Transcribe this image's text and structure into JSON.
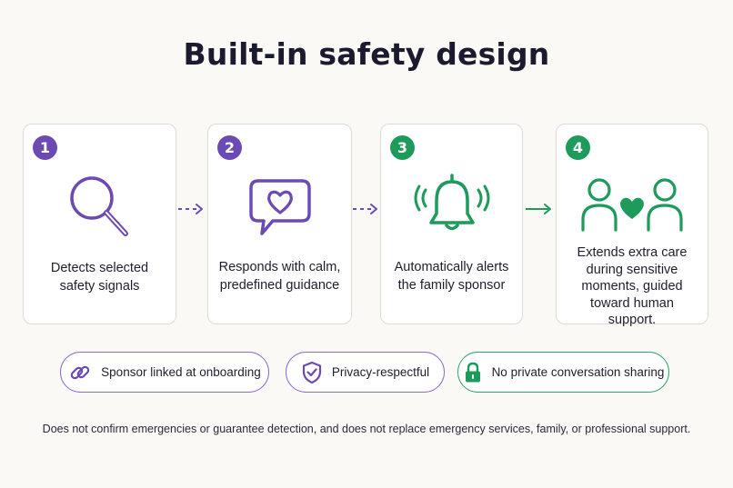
{
  "title": "Built-in safety design",
  "steps": [
    {
      "number": "1",
      "text": "Detects selected safety signals",
      "color": "#6b4bb3",
      "icon": "magnifier-icon"
    },
    {
      "number": "2",
      "text": "Responds with calm, predefined guidance",
      "color": "#6b4bb3",
      "icon": "heart-chat-icon"
    },
    {
      "number": "3",
      "text": "Automatically alerts the family sponsor",
      "color": "#1e9a5a",
      "icon": "bell-icon"
    },
    {
      "number": "4",
      "text": "Extends extra care during sensitive moments, guided toward human support.",
      "color": "#1e9a5a",
      "icon": "people-heart-icon"
    }
  ],
  "pills": [
    {
      "label": "Sponsor linked at onboarding",
      "icon": "link-icon",
      "color": "#6b4bb3"
    },
    {
      "label": "Privacy-respectful",
      "icon": "shield-check-icon",
      "color": "#6b4bb3"
    },
    {
      "label": "No private conversation sharing",
      "icon": "lock-icon",
      "color": "#1e9a5a"
    }
  ],
  "disclaimer": "Does not confirm emergencies or guarantee detection, and does not replace emergency services, family, or professional support.",
  "colors": {
    "purple": "#6b4bb3",
    "green": "#1e9a5a",
    "background": "#faf9f6"
  }
}
